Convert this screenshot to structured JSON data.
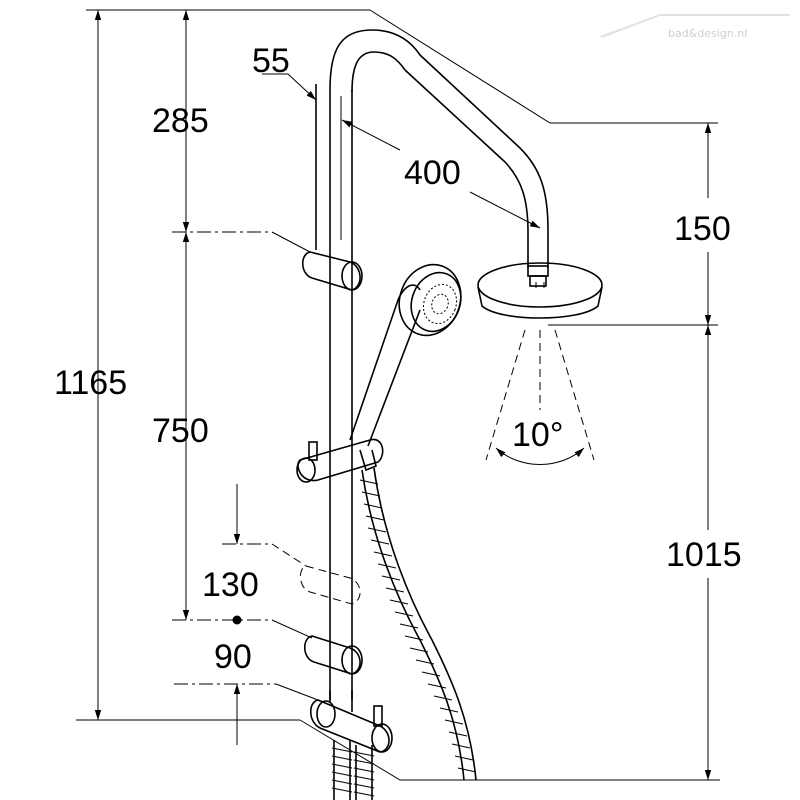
{
  "watermark": {
    "text": "bad&design.nl"
  },
  "dimensions": {
    "total_height": "1165",
    "top_section": "285",
    "rail_length": "750",
    "holder_offset": "130",
    "bottom_offset": "90",
    "rail_diameter": "55",
    "arm_reach": "400",
    "head_drop": "150",
    "head_height": "1015",
    "spray_angle": "10°"
  }
}
